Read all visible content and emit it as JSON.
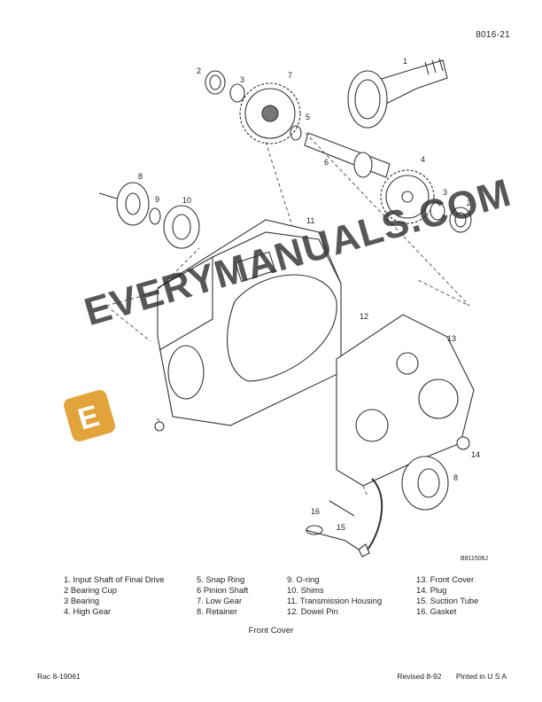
{
  "header": {
    "page_code": "8016-21"
  },
  "figure": {
    "callouts": [
      "1",
      "2",
      "3",
      "4",
      "5",
      "6",
      "7",
      "8",
      "9",
      "10",
      "11",
      "12",
      "13",
      "14",
      "15",
      "16",
      "2",
      "3",
      "8"
    ],
    "code": "B911506J"
  },
  "legend": {
    "col1": [
      "1. Input Shaft of Final Drive",
      "2  Bearing Cup",
      "3  Bearing",
      "4. High Gear"
    ],
    "col2": [
      "5. Snap Ring",
      "6  Pinion Shaft",
      "7. Low Gear",
      "8. Retainer"
    ],
    "col3": [
      "9. O-ring",
      "10. Shims",
      "11. Transmission Housing",
      "12. Dowel Pin"
    ],
    "col4": [
      "13. Front Cover",
      "14. Plug",
      "15. Suction Tube",
      "16. Gasket"
    ]
  },
  "caption": "Front Cover",
  "footer": {
    "left": "Rac 8-19061",
    "revised": "Revised 8-92",
    "printed": "Pinted in U S A"
  },
  "watermark": {
    "text": "EVERYMANUALS.COM",
    "color": "#e2a43a"
  }
}
